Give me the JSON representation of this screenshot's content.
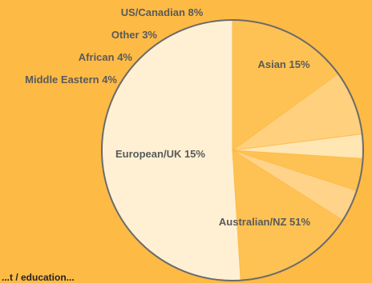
{
  "chart_data": {
    "type": "pie",
    "title": "",
    "slices": [
      {
        "label": "Australian/NZ 51%",
        "value": 51,
        "color": "#FFF0D4"
      },
      {
        "label": "European/UK 15%",
        "value": 15,
        "color": "#FDC253"
      },
      {
        "label": "Middle Eastern 4%",
        "value": 4,
        "color": "#FFD38A"
      },
      {
        "label": "African 4%",
        "value": 4,
        "color": "#FDC253"
      },
      {
        "label": "Other 3%",
        "value": 3,
        "color": "#FFE6B2"
      },
      {
        "label": "US/Canadian 8%",
        "value": 8,
        "color": "#FFD07E"
      },
      {
        "label": "Asian 15%",
        "value": 15,
        "color": "#FDC253"
      }
    ],
    "outline_color": "#6b6b6b"
  },
  "footer": {
    "partial_text": "...t / education..."
  }
}
